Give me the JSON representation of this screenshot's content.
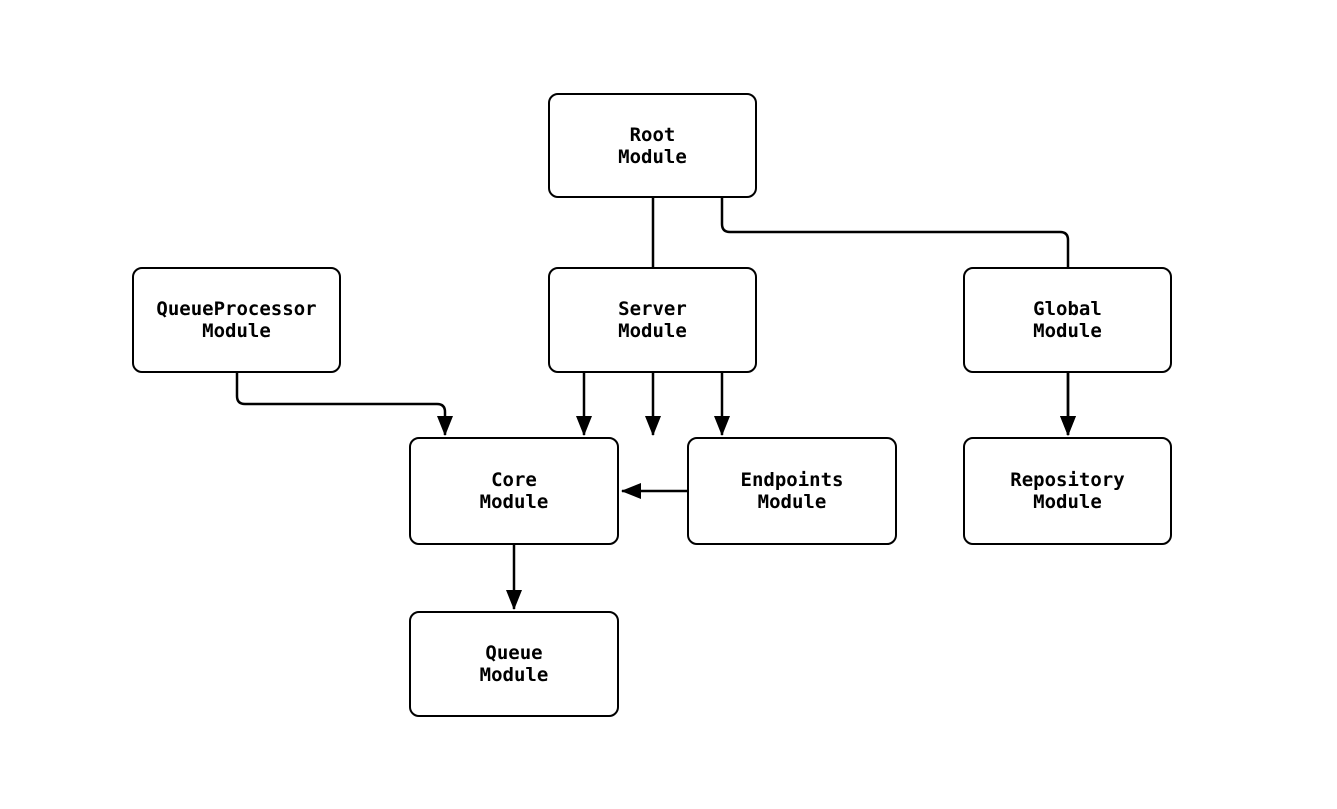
{
  "diagram": {
    "type": "module-dependency-graph",
    "colors": {
      "background": "#ffffff",
      "node_fill": "#ffffff",
      "node_border": "#000000",
      "edge": "#000000",
      "text": "#000000"
    },
    "nodes": {
      "root": {
        "line1": "Root",
        "line2": "Module"
      },
      "queueprocessor": {
        "line1": "QueueProcessor",
        "line2": "Module"
      },
      "server": {
        "line1": "Server",
        "line2": "Module"
      },
      "global": {
        "line1": "Global",
        "line2": "Module"
      },
      "core": {
        "line1": "Core",
        "line2": "Module"
      },
      "endpoints": {
        "line1": "Endpoints",
        "line2": "Module"
      },
      "repository": {
        "line1": "Repository",
        "line2": "Module"
      },
      "queue": {
        "line1": "Queue",
        "line2": "Module"
      }
    },
    "edges": [
      {
        "from": "Root Module",
        "to": "Server Module"
      },
      {
        "from": "Root Module",
        "to": "Global Module"
      },
      {
        "from": "QueueProcessor Module",
        "to": "Core Module"
      },
      {
        "from": "Server Module",
        "to": "Core Module"
      },
      {
        "from": "Server Module",
        "to": "Endpoints Module"
      },
      {
        "from": "Endpoints Module",
        "to": "Core Module"
      },
      {
        "from": "Global Module",
        "to": "Repository Module"
      },
      {
        "from": "Core Module",
        "to": "Queue Module"
      }
    ]
  }
}
